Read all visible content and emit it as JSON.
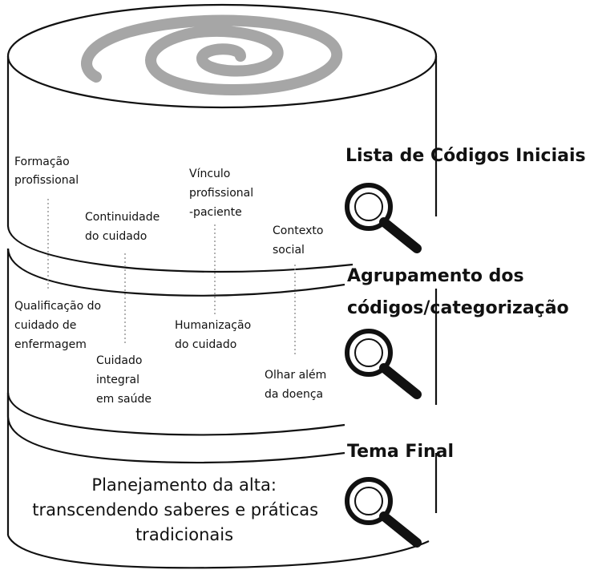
{
  "layers": [
    {
      "heading": "Lista de Códigos Iniciais",
      "codes": [
        {
          "lines": [
            "Formação",
            "profissional"
          ]
        },
        {
          "lines": [
            "Continuidade",
            "do cuidado"
          ]
        },
        {
          "lines": [
            "Vínculo",
            "profissional",
            "-paciente"
          ]
        },
        {
          "lines": [
            "Contexto",
            "social"
          ]
        }
      ]
    },
    {
      "heading": [
        "Agrupamento dos",
        "códigos/categorização"
      ],
      "categories": [
        {
          "lines": [
            "Qualificação do",
            "cuidado de",
            "enfermagem"
          ]
        },
        {
          "lines": [
            "Cuidado",
            "integral",
            "em saúde"
          ]
        },
        {
          "lines": [
            "Humanização",
            "do cuidado"
          ]
        },
        {
          "lines": [
            "Olhar além",
            "da doença"
          ]
        }
      ]
    },
    {
      "heading": "Tema Final",
      "theme": [
        "Planejamento da alta:",
        "transcendendo saberes e práticas",
        "tradicionais"
      ]
    }
  ],
  "icons": {
    "search": "magnifier-icon",
    "top": "spiral-icon"
  },
  "colors": {
    "line": "#111111",
    "spiral": "#a6a6a6",
    "dotted": "#888888"
  }
}
